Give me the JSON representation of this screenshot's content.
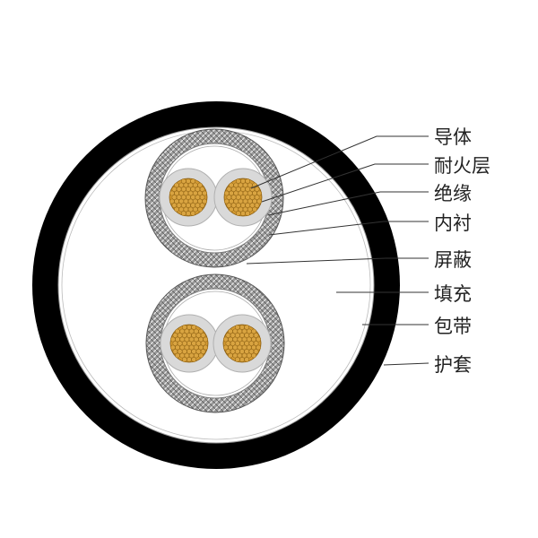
{
  "labels": {
    "conductor": "导体",
    "fire_layer": "耐火层",
    "insulation": "绝缘",
    "inner_lining": "内衬",
    "shield": "屏蔽",
    "filler": "填充",
    "wrapping_tape": "包带",
    "sheath": "护套"
  },
  "colors": {
    "sheath": "#000000",
    "filler": "#ffffff",
    "shield_braid": "#8f8f8f",
    "insulation": "#d9d9d9",
    "conductor": "#d9a441",
    "conductor_strand_outline": "#8a5d10",
    "leader_line": "#333333"
  }
}
